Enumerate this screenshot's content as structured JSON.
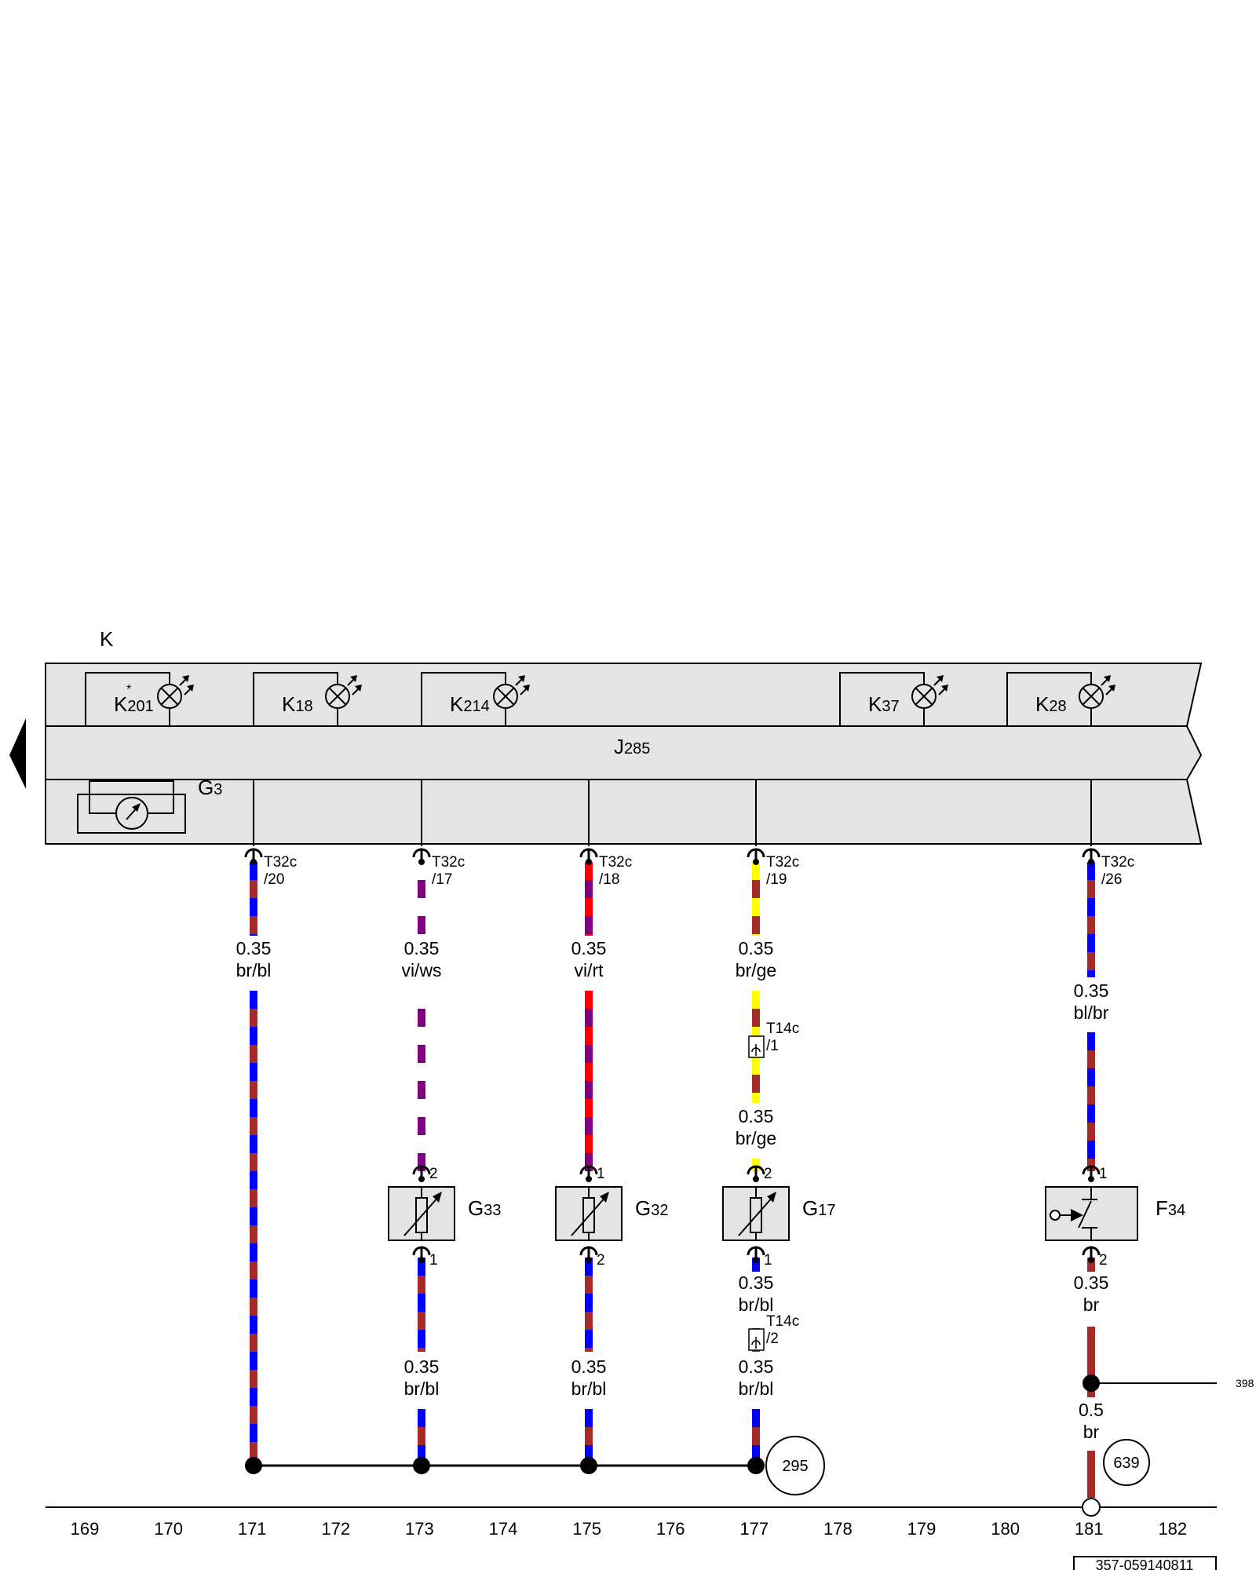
{
  "title": "",
  "module_label": "K",
  "sub_panel_label": "J",
  "sub_panel_index": "285",
  "gauge_label": "G",
  "gauge_index": "3",
  "warning_lamps": [
    {
      "prefix": "K",
      "index": "201",
      "star": "*"
    },
    {
      "prefix": "K",
      "index": "18",
      "star": ""
    },
    {
      "prefix": "K",
      "index": "214",
      "star": ""
    },
    {
      "prefix": "K",
      "index": "37",
      "star": ""
    },
    {
      "prefix": "K",
      "index": "28",
      "star": ""
    }
  ],
  "connectors": [
    {
      "name": "T32c",
      "pin": "/20"
    },
    {
      "name": "T32c",
      "pin": "/17"
    },
    {
      "name": "T32c",
      "pin": "/18"
    },
    {
      "name": "T32c",
      "pin": "/19"
    },
    {
      "name": "T32c",
      "pin": "/26"
    },
    {
      "name": "T14c",
      "pin": "/1"
    },
    {
      "name": "T14c",
      "pin": "/2"
    }
  ],
  "wire_labels": [
    {
      "size": "0.35",
      "color": "br/bl"
    },
    {
      "size": "0.35",
      "color": "vi/ws"
    },
    {
      "size": "0.35",
      "color": "vi/rt"
    },
    {
      "size": "0.35",
      "color": "br/ge"
    },
    {
      "size": "0.35",
      "color": "bl/br"
    },
    {
      "size": "0.35",
      "color": "br/ge"
    },
    {
      "size": "0.35",
      "color": "br/bl"
    },
    {
      "size": "0.35",
      "color": "br/bl"
    },
    {
      "size": "0.35",
      "color": "br/bl"
    },
    {
      "size": "0.35",
      "color": "br/bl"
    },
    {
      "size": "0.35",
      "color": "br"
    },
    {
      "size": "0.5",
      "color": "br"
    }
  ],
  "sensors": [
    {
      "prefix": "G",
      "index": "33",
      "pin_top": "2",
      "pin_bottom": "1"
    },
    {
      "prefix": "G",
      "index": "32",
      "pin_top": "1",
      "pin_bottom": "2"
    },
    {
      "prefix": "G",
      "index": "17",
      "pin_top": "2",
      "pin_bottom": "1"
    }
  ],
  "switch": {
    "prefix": "F",
    "index": "34",
    "pin_top": "1",
    "pin_bottom": "2"
  },
  "ground_refs": [
    "295",
    "639"
  ],
  "side_ref": "398",
  "ruler": [
    "169",
    "170",
    "171",
    "172",
    "173",
    "174",
    "175",
    "176",
    "177",
    "178",
    "179",
    "180",
    "181",
    "182"
  ],
  "doc_id": "357-059140811",
  "wire_colors": {
    "br": "#a52a2a",
    "bl": "#0000ff",
    "vi": "#800080",
    "ws": "#ffffff",
    "rt": "#ff0000",
    "ge": "#ffff00"
  },
  "panel_fill": "#e4e4e4"
}
